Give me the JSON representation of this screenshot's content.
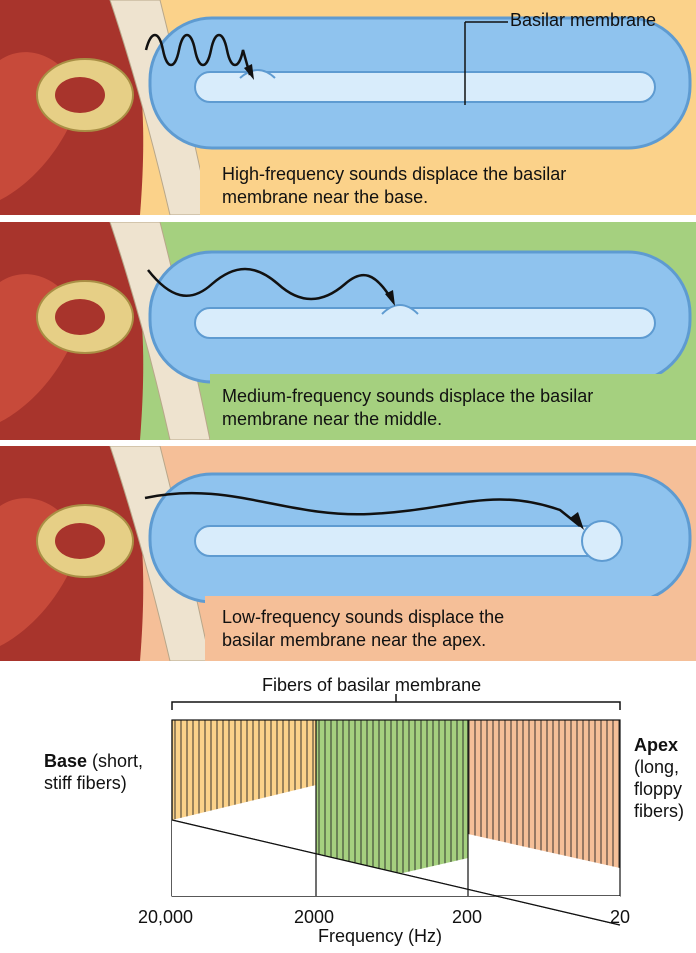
{
  "panels": [
    {
      "caption_line1": "High-frequency sounds displace the basilar",
      "caption_line2": "membrane near the base.",
      "bg": "#fbd28a"
    },
    {
      "caption_line1": "Medium-frequency sounds displace the basilar",
      "caption_line2": "membrane near the middle.",
      "bg": "#a5d07f"
    },
    {
      "caption_line1": "Low-frequency sounds displace the",
      "caption_line2": "basilar membrane near the apex.",
      "bg": "#f5bf98"
    }
  ],
  "basilar_label": "Basilar membrane",
  "fibers_title": "Fibers of basilar membrane",
  "base_label": {
    "bold": "Base",
    "rest1": " (short,",
    "rest2": "stiff fibers)"
  },
  "apex_label": {
    "bold": "Apex",
    "rest1": "(long,",
    "rest2": "floppy",
    "rest3": "fibers)"
  },
  "frequency_axis": {
    "ticks": [
      "20,000",
      "2000",
      "200",
      "20"
    ],
    "xlabel": "Frequency (Hz)"
  },
  "colors": {
    "high": "#fbd28a",
    "medium": "#a5d07f",
    "low": "#f5bf98",
    "membrane": "#8fc3ee"
  }
}
